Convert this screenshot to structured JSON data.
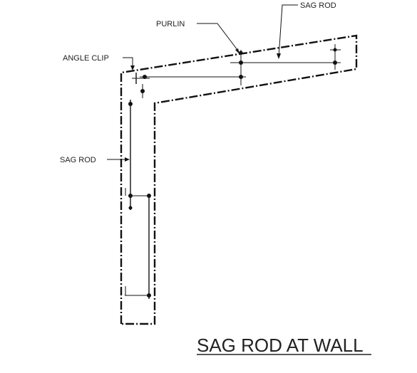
{
  "labels": {
    "purlin": "PURLIN",
    "sag_rod_top": "SAG ROD",
    "angle_clip": "ANGLE CLIP",
    "sag_rod_side": "SAG ROD"
  },
  "title": "SAG ROD AT WALL",
  "colors": {
    "line": "#111111",
    "text": "#222222",
    "background": "#ffffff"
  }
}
